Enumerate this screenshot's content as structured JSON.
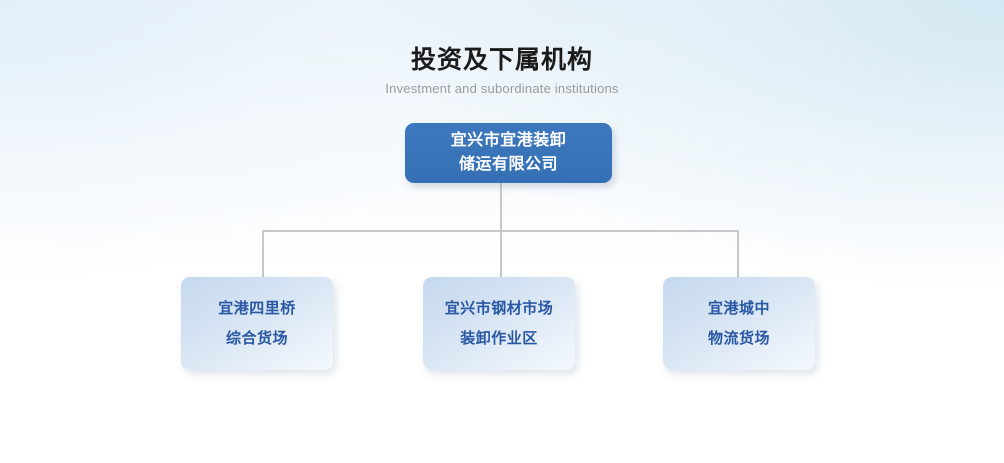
{
  "heading": {
    "title": "投资及下属机构",
    "subtitle": "Investment and subordinate institutions"
  },
  "org_chart": {
    "root": {
      "name": "root-node",
      "lines": [
        "宜兴市宜港装卸",
        "储运有限公司"
      ],
      "full_text": "宜兴市宜港装卸储运有限公司",
      "bg_color": "#3870b4",
      "text_color": "#ffffff"
    },
    "children": [
      {
        "name": "child-node-1",
        "lines": [
          "宜港四里桥",
          "综合货场"
        ],
        "full_text": "宜港四里桥综合货场",
        "bg_color": "#cfdff0",
        "text_color": "#2a58a3"
      },
      {
        "name": "child-node-2",
        "lines": [
          "宜兴市钢材市场",
          "装卸作业区"
        ],
        "full_text": "宜兴市钢材市场装卸作业区",
        "bg_color": "#cfdff0",
        "text_color": "#2a58a3"
      },
      {
        "name": "child-node-3",
        "lines": [
          "宜港城中",
          "物流货场"
        ],
        "full_text": "宜港城中物流货场",
        "bg_color": "#cfdff0",
        "text_color": "#2a58a3"
      }
    ],
    "connector_color": "#c6c8ca"
  },
  "page": {
    "background_top_left": "#eef4fa",
    "background_top_right": "#e0edf5",
    "background_bottom": "#ffffff"
  }
}
